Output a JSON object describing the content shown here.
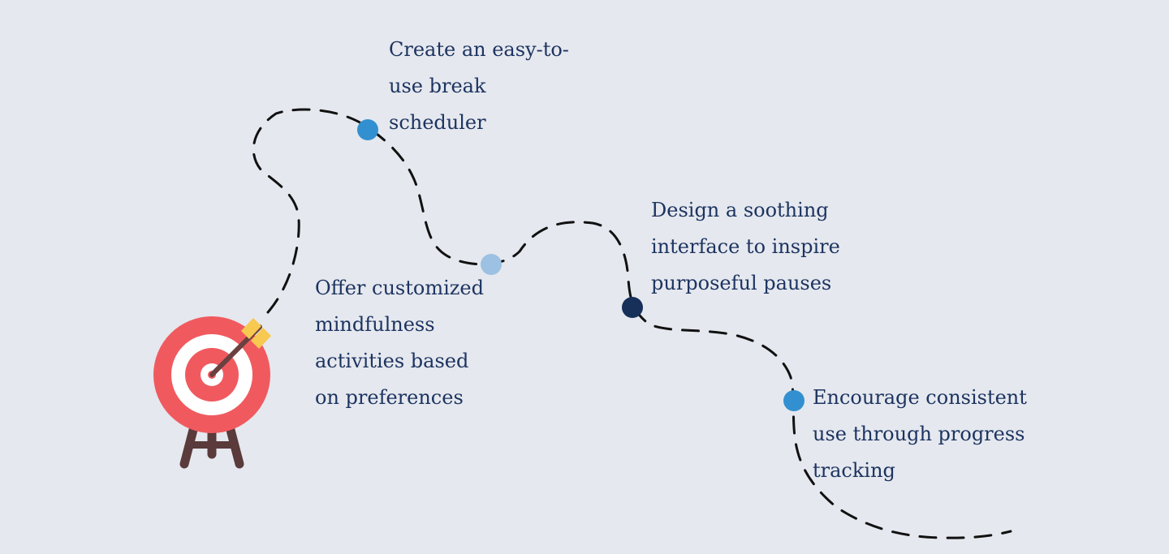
{
  "colors": {
    "background": "#e5e8ee",
    "text": "#1d3461",
    "path": "#111111",
    "dot_blue": "#3390d0",
    "dot_light_blue": "#9cc1e2",
    "dot_navy": "#17305a",
    "target_red": "#f05a5f",
    "target_white": "#ffffff",
    "stand_brown": "#5a3a3a",
    "arrow_yellow": "#f8c950",
    "arrow_shaft": "#6a4040"
  },
  "icons": {
    "target": "target-icon",
    "arrow": "arrow-icon"
  },
  "steps": [
    {
      "id": "scheduler",
      "lines": [
        "Create an easy-to-",
        "use break",
        "scheduler"
      ],
      "dot_color": "dot_blue"
    },
    {
      "id": "mindfulness",
      "lines": [
        "Offer customized",
        "mindfulness",
        "activities based",
        "on preferences"
      ],
      "dot_color": "dot_light_blue"
    },
    {
      "id": "interface",
      "lines": [
        "Design a soothing",
        "interface to inspire",
        "purposeful pauses"
      ],
      "dot_color": "dot_navy"
    },
    {
      "id": "progress",
      "lines": [
        "Encourage consistent",
        "use through progress",
        "tracking"
      ],
      "dot_color": "dot_blue"
    }
  ]
}
